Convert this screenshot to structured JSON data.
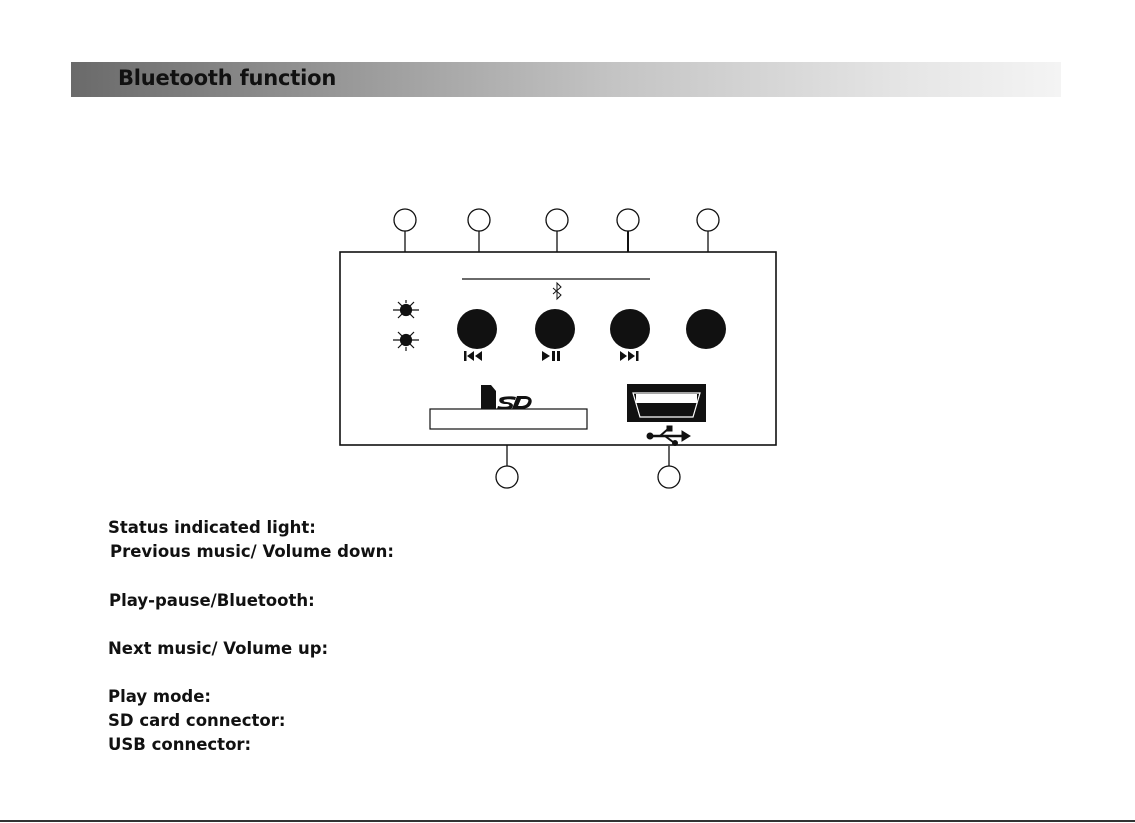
{
  "header": {
    "title": "Bluetooth function"
  },
  "panel": {
    "icons": {
      "status_lights": "status-light-icon",
      "prev": "previous-track-icon",
      "play_pause": "play-pause-icon",
      "next": "next-track-icon",
      "bluetooth": "bluetooth-icon",
      "sd": "sd-card-icon",
      "usb": "usb-icon"
    }
  },
  "legend": [
    {
      "label": "Status indicated light:"
    },
    {
      "label": "Previous music/ Volume down:"
    },
    {
      "label": "Play-pause/Bluetooth:"
    },
    {
      "label": "Next music/ Volume up:"
    },
    {
      "label": "Play mode:"
    },
    {
      "label": "SD card connector:"
    },
    {
      "label": "USB connector:"
    }
  ],
  "colors": {
    "ink": "#111111",
    "header_dark": "#6a6a6a",
    "header_light": "#f4f4f4"
  }
}
